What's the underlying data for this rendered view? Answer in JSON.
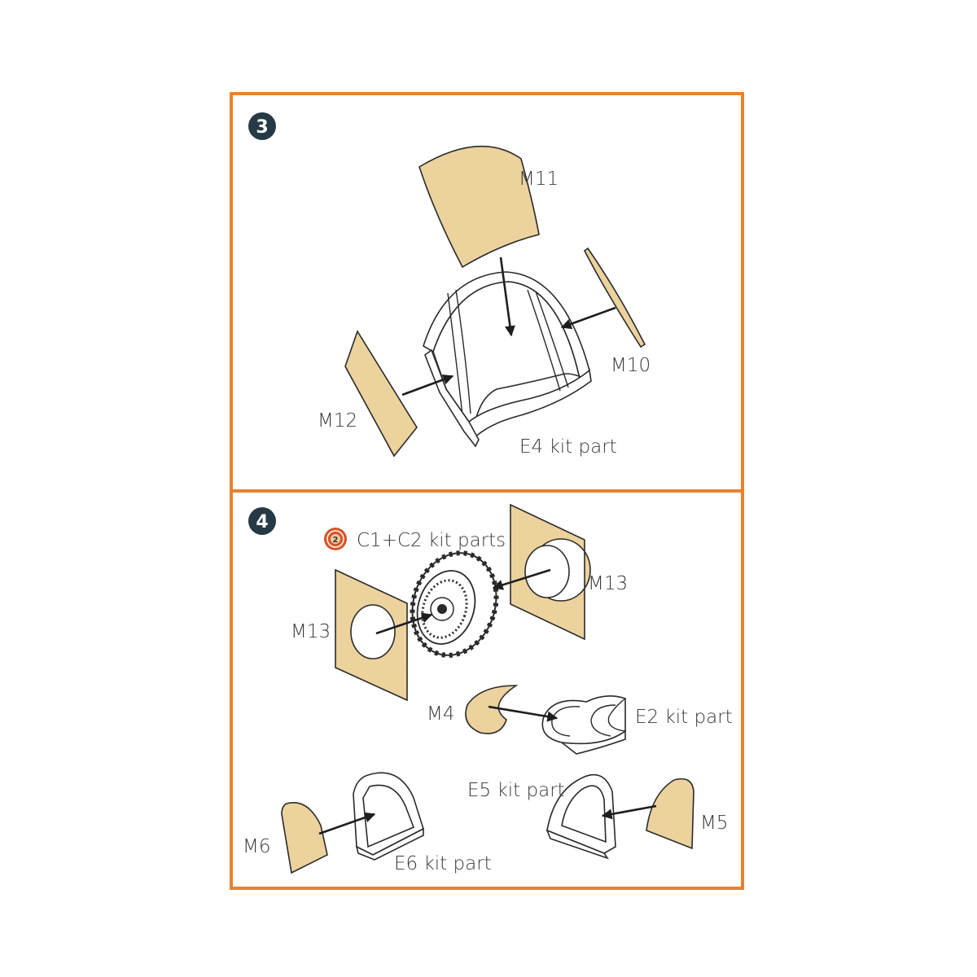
{
  "colors": {
    "frame_border": "#e8822f",
    "step_badge": "#263a45",
    "photoetch_part": "#ecd29d",
    "outline": "#2a2a2a",
    "arrow": "#1e1e1e",
    "chapter_icon": "#d7562a"
  },
  "steps": [
    {
      "number": "3",
      "labels": {
        "m11": "M11",
        "m10": "M10",
        "m12": "M12",
        "e4": "E4 kit part"
      }
    },
    {
      "number": "4",
      "icon": "previous-step-reference-icon",
      "icon_text": "2",
      "labels": {
        "c1c2": "C1+C2 kit parts",
        "m13_right": "M13",
        "m13_left": "M13",
        "m4": "M4",
        "e2": "E2 kit part",
        "e5": "E5 kit part",
        "m5": "M5",
        "m6": "M6",
        "e6": "E6 kit part"
      }
    }
  ]
}
